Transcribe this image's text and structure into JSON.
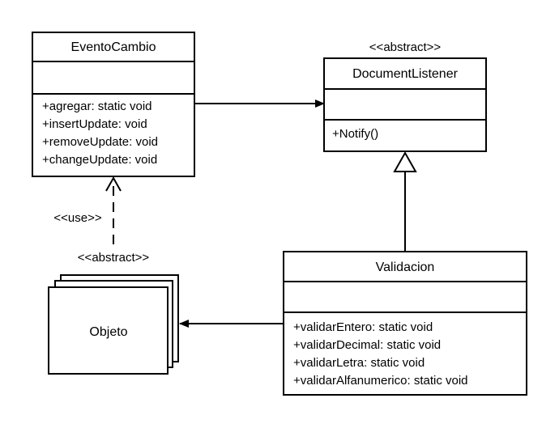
{
  "classes": {
    "evento_cambio": {
      "name": "EventoCambio",
      "methods": [
        "+agregar: static void",
        "+insertUpdate: void",
        "+removeUpdate: void",
        "+changeUpdate: void"
      ]
    },
    "document_listener": {
      "stereotype": "<<abstract>>",
      "name": "DocumentListener",
      "methods": [
        "+Notify()"
      ]
    },
    "validacion": {
      "name": "Validacion",
      "methods": [
        "+validarEntero: static void",
        "+validarDecimal: static void",
        "+validarLetra: static void",
        "+validarAlfanumerico: static void"
      ]
    },
    "objeto": {
      "stereotype": "<<abstract>>",
      "name": "Objeto"
    }
  },
  "relations": {
    "use_label": "<<use>>"
  },
  "colors": {
    "stroke": "#000000",
    "background": "#ffffff"
  }
}
